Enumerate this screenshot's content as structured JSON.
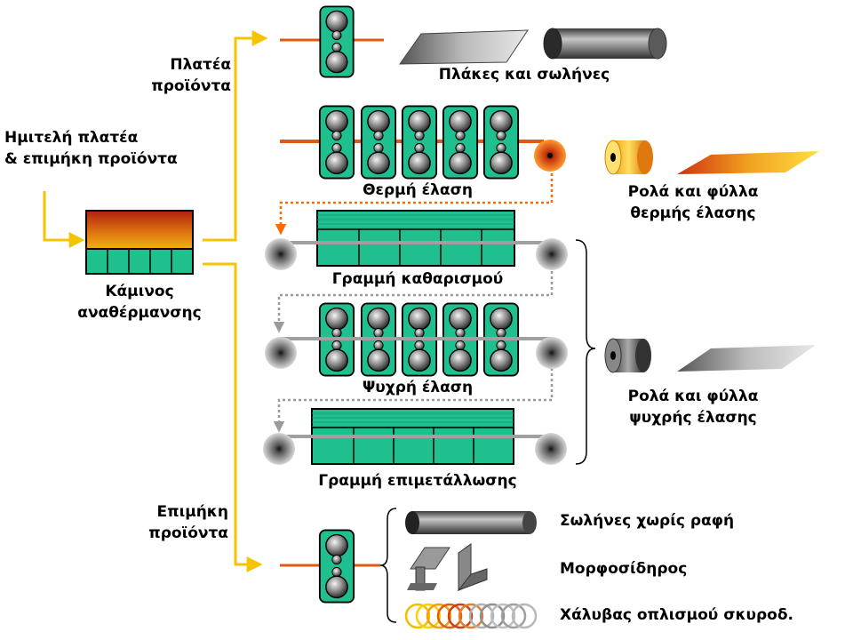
{
  "labels": {
    "semi_products": [
      "Ημιτελή πλατέα",
      "& επιμήκη προϊόντα"
    ],
    "flat_products": [
      "Πλατέα",
      "προϊόντα"
    ],
    "long_products": [
      "Επιμήκη",
      "προϊόντα"
    ],
    "reheat_furnace": [
      "Κάμινος",
      "αναθέρμανσης"
    ],
    "hot_rolling": "Θερμή έλαση",
    "pickling_line": "Γραμμή καθαρισμού",
    "cold_rolling": "Ψυχρή έλαση",
    "coating_line": "Γραμμή επιμετάλλωσης",
    "plates_tubes": "Πλάκες και σωλήνες",
    "hot_coils_sheets": [
      "Ρολά και φύλλα",
      "θερμής έλασης"
    ],
    "cold_coils_sheets": [
      "Ρολά και φύλλα",
      "ψυχρής έλασης"
    ],
    "seamless_tubes": "Σωλήνες χωρίς ραφή",
    "sections": "Μορφοσίδηρος",
    "rebar": "Χάλυβας οπλισμού σκυροδ."
  },
  "colors": {
    "flow_line": "#f5c400",
    "hot_strip": "#e05a10",
    "dotted_flow": "#ff6a00",
    "stand_fill": "#1fbf8f",
    "line_box": "#1fbf8f",
    "cold_strip": "#a0a0a0"
  }
}
